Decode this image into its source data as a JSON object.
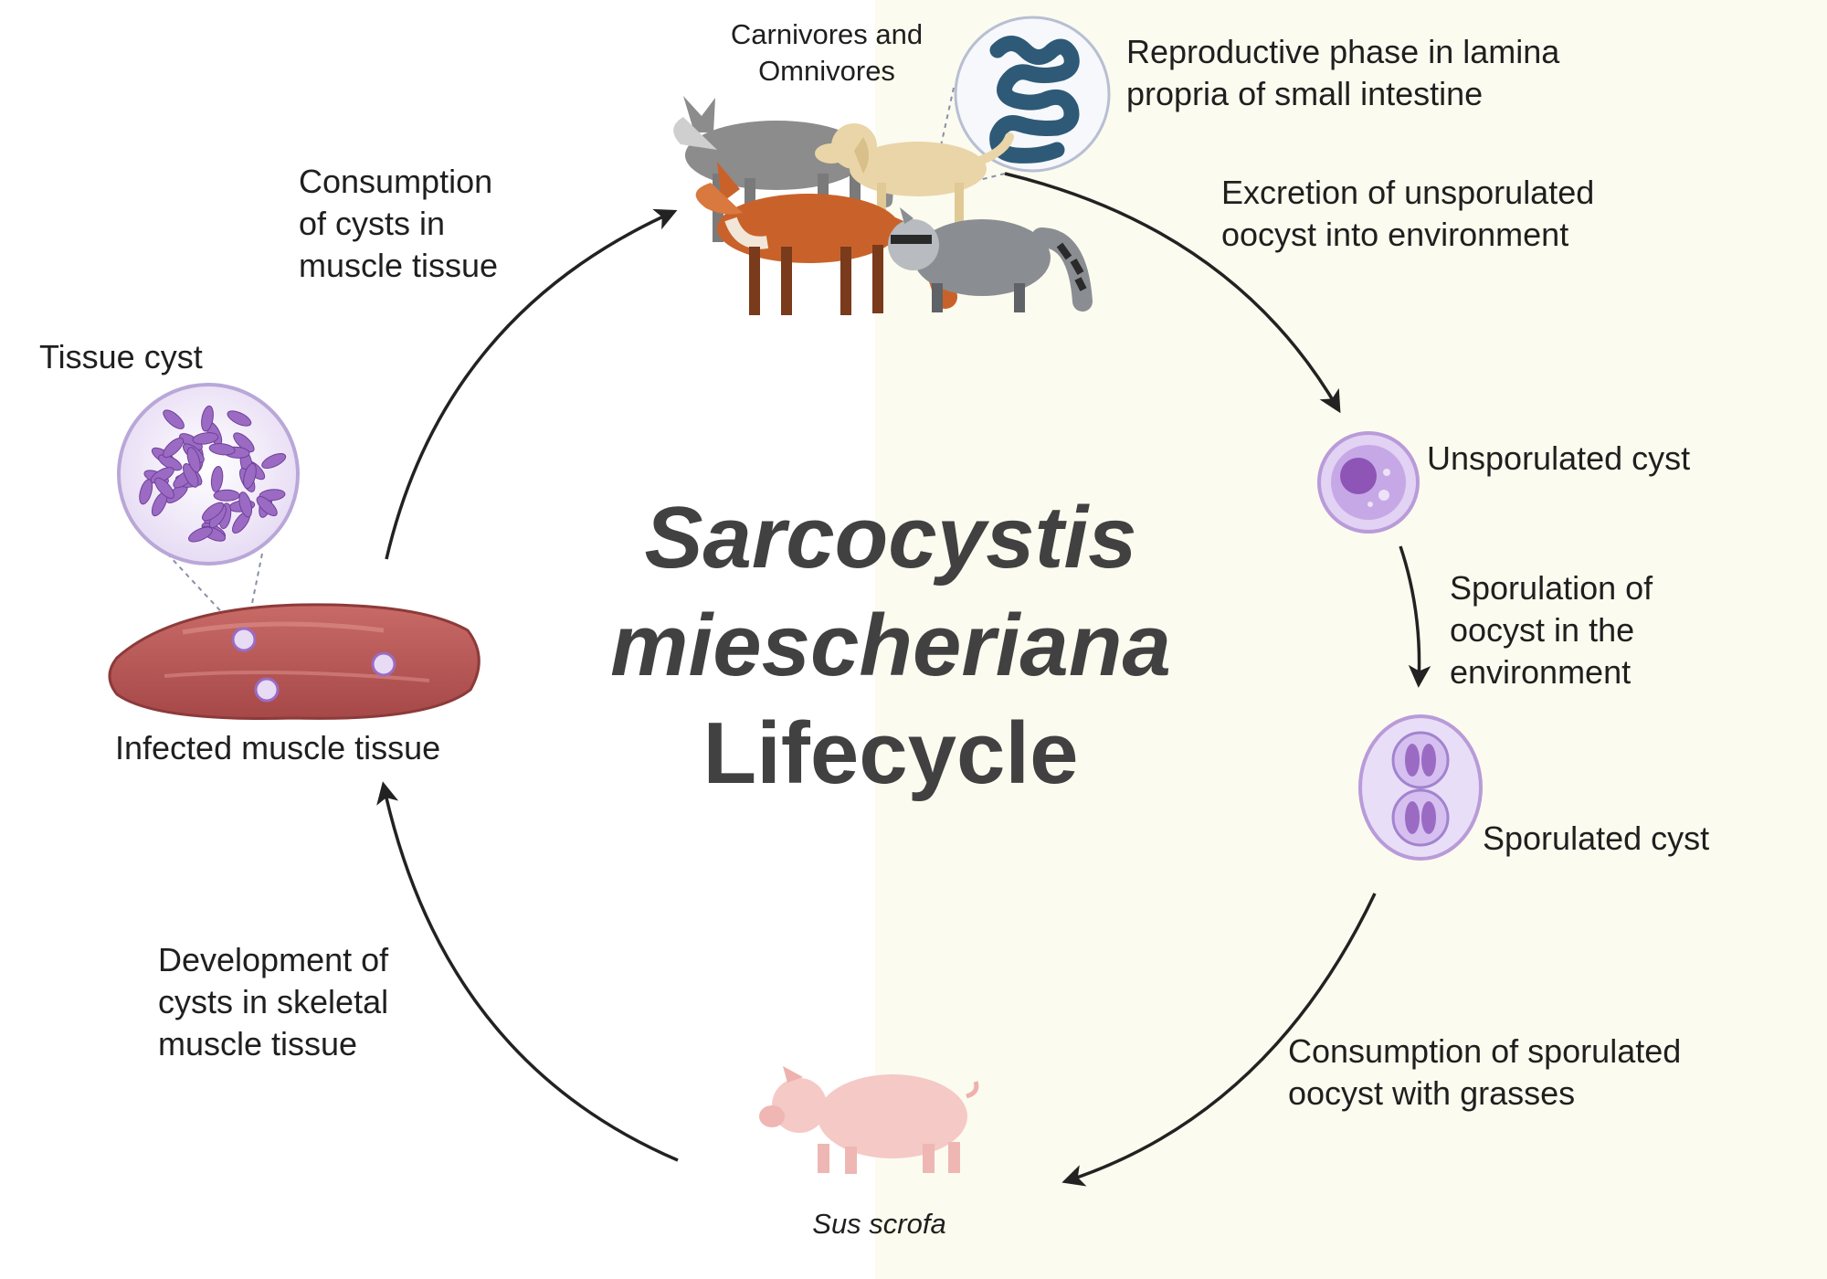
{
  "title": {
    "genus": "Sarcocystis",
    "species": "miescheriana",
    "suffix": "Lifecycle"
  },
  "hosts": {
    "definitive": "Carnivores and Omnivores",
    "intermediate": "Sus scrofa"
  },
  "stages": {
    "intestine": "Reproductive phase in lamina propria of small intestine",
    "excretion": "Excretion of unsporulated oocyst into environment",
    "unsporulated": "Unsporulated cyst",
    "sporulation": "Sporulation of oocyst in the environment",
    "sporulated": "Sporulated cyst",
    "consumption_oocyst": "Consumption of sporulated oocyst with grasses",
    "development": "Development of cysts in skeletal muscle tissue",
    "infected_muscle": "Infected muscle tissue",
    "tissue_cyst": "Tissue cyst",
    "consumption_cysts": "Consumption of cysts in muscle tissue"
  },
  "colors": {
    "background_right": "#fcfbef",
    "title_text": "#414141",
    "arrow": "#222222",
    "cyst_purple": "#9b6bc4",
    "muscle_red": "#b45454",
    "intestine_blue": "#2e5a78",
    "pig_pink": "#f4c9c6"
  },
  "icons": [
    "intestine-icon",
    "wolf-icon",
    "dog-icon",
    "fox-icon",
    "raccoon-icon",
    "pig-icon",
    "oocyst-icon",
    "sporocyst-icon",
    "tissue-cyst-icon",
    "muscle-icon"
  ]
}
